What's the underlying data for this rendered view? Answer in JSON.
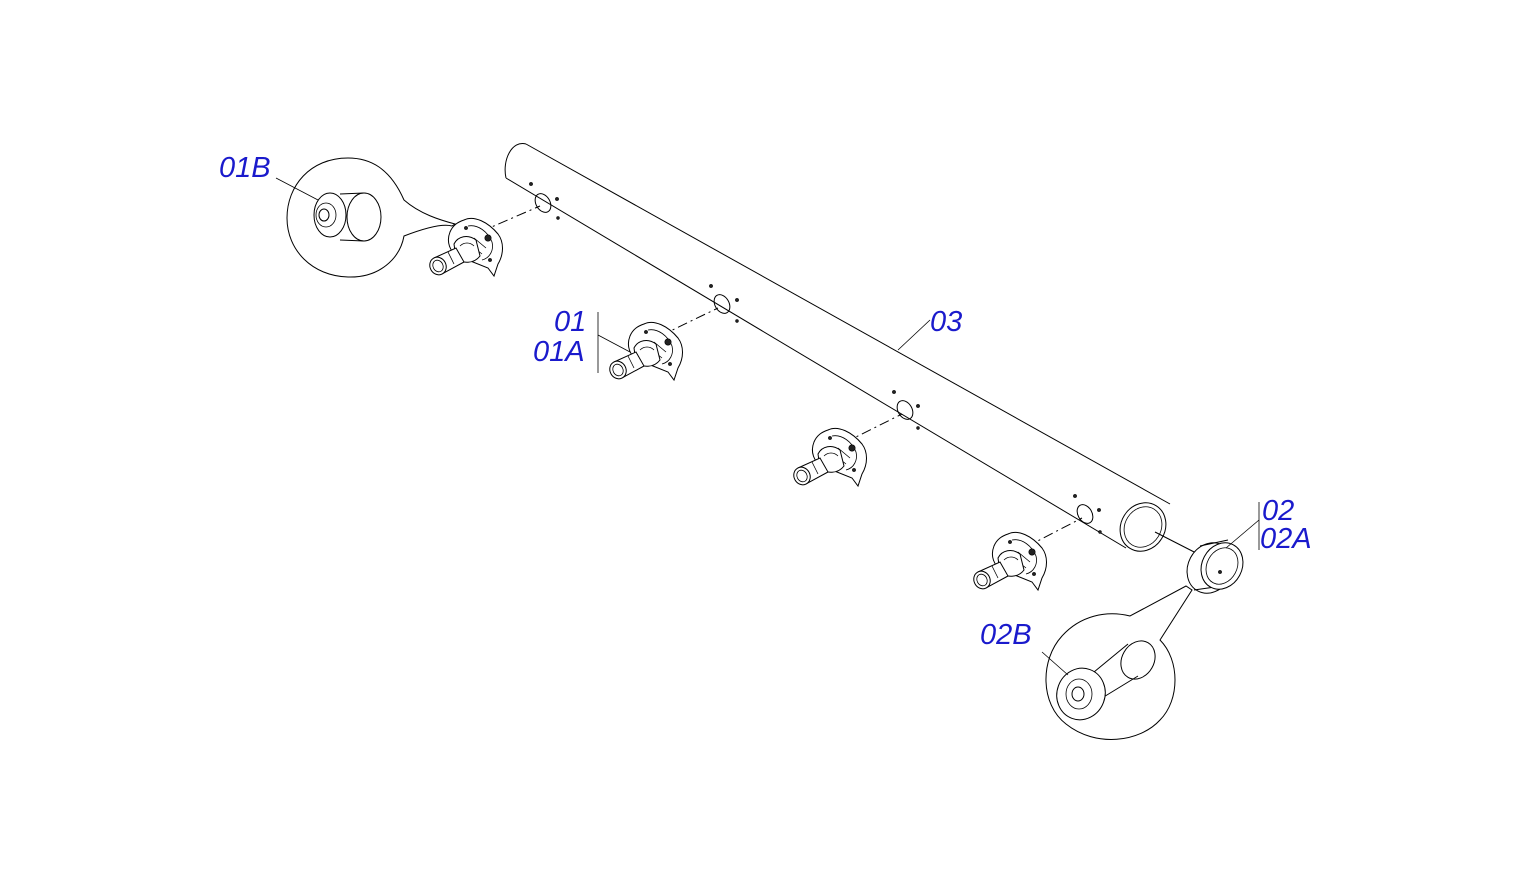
{
  "labels": {
    "part_01B": "01B",
    "part_01": "01",
    "part_01A": "01A",
    "part_03": "03",
    "part_02": "02",
    "part_02A": "02A",
    "part_02B": "02B"
  },
  "colors": {
    "label": "#1a1acc",
    "line": "#000000",
    "background": "#ffffff"
  }
}
